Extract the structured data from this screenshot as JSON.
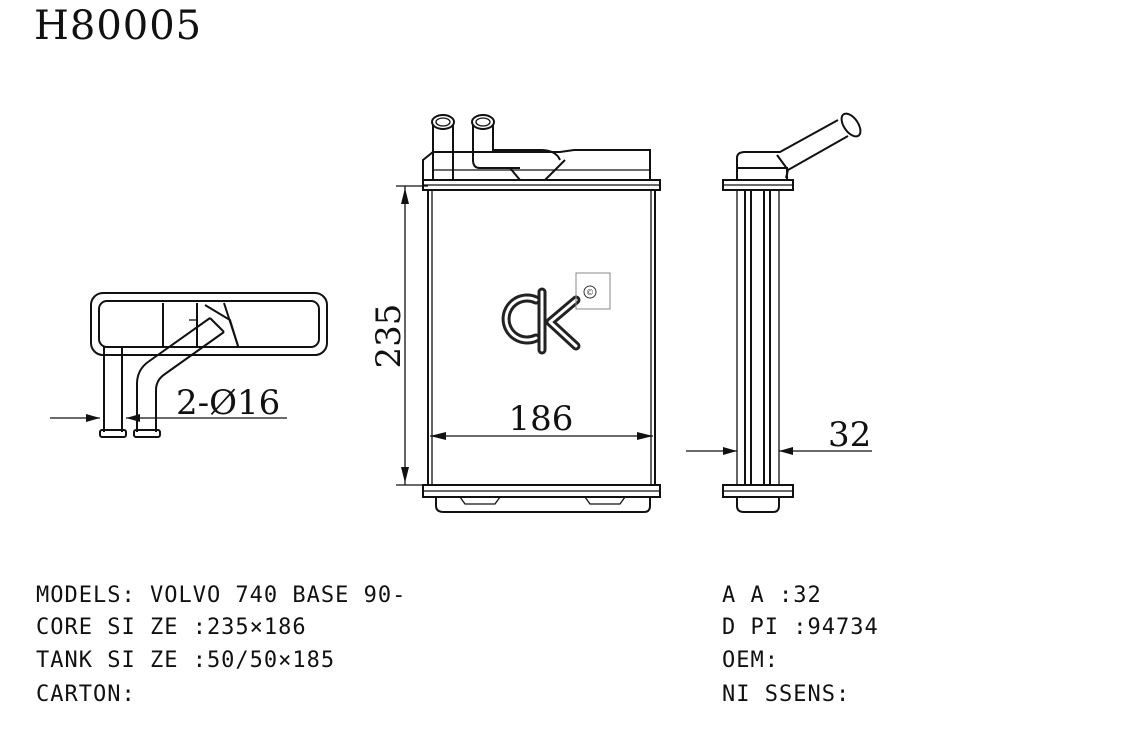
{
  "title": "H80005",
  "dimensions": {
    "height": "235",
    "width": "186",
    "thickness": "32",
    "pipes": "2-Ø16"
  },
  "logo": {
    "text": "ck",
    "mark": "©"
  },
  "specs_left": [
    "MODELS: VOLVO 740 BASE 90-",
    "CORE SI ZE :235×186",
    "TANK SI ZE :50/50×185",
    "CARTON:"
  ],
  "specs_right": [
    "A A :32",
    "D PI :94734",
    "OEM:",
    "NI SSENS:"
  ],
  "colors": {
    "line": "#111111",
    "background": "#ffffff"
  }
}
